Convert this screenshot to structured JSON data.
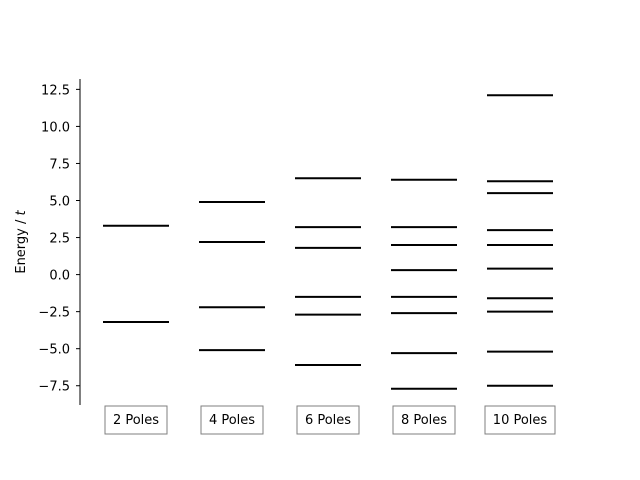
{
  "chart_data": {
    "type": "scatter",
    "ylabel": "Energy / t",
    "ylabel_parts": [
      "Energy / ",
      "t"
    ],
    "ylim": [
      -8.8,
      13.2
    ],
    "yticks": [
      -7.5,
      -5.0,
      -2.5,
      0.0,
      2.5,
      5.0,
      7.5,
      10.0,
      12.5
    ],
    "ytick_labels": [
      "−7.5",
      "−5.0",
      "−2.5",
      "0.0",
      "2.5",
      "5.0",
      "7.5",
      "10.0",
      "12.5"
    ],
    "categories": [
      "2 Poles",
      "4 Poles",
      "6 Poles",
      "8 Poles",
      "10 Poles"
    ],
    "levels": [
      [
        3.3,
        -3.2
      ],
      [
        4.9,
        2.2,
        -2.2,
        -5.1
      ],
      [
        6.5,
        3.2,
        1.8,
        -1.5,
        -2.7,
        -6.1
      ],
      [
        6.4,
        3.2,
        2.0,
        0.3,
        -1.5,
        -2.6,
        -5.3,
        -7.7
      ],
      [
        12.1,
        6.3,
        5.5,
        3.0,
        2.0,
        0.4,
        -1.6,
        -2.5,
        -5.2,
        -7.5
      ]
    ],
    "grid": false,
    "legend": "none",
    "line_color": "#000000",
    "box_edge_color": "#7f7f7f"
  }
}
